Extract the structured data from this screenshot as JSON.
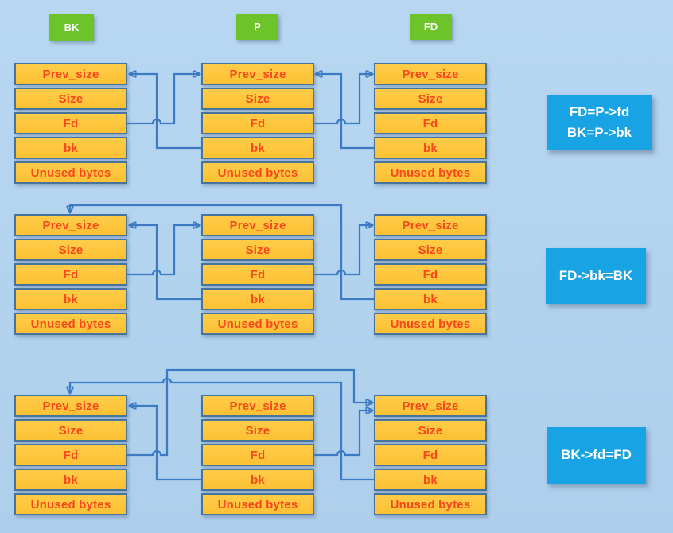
{
  "title": "heap chunk unlink diagram",
  "labels": [
    {
      "text": "BK"
    },
    {
      "text": "P"
    },
    {
      "text": "FD"
    }
  ],
  "chunk_fields": [
    "Prev_size",
    "Size",
    "Fd",
    "bk",
    "Unused bytes"
  ],
  "annotations": [
    {
      "lines": [
        "FD=P->fd",
        "BK=P->bk"
      ]
    },
    {
      "lines": [
        "FD->bk=BK"
      ]
    },
    {
      "lines": [
        "BK->fd=FD"
      ]
    }
  ],
  "colors": {
    "background": "#b2d3ee",
    "chunk_fill": "#fdc53e",
    "chunk_border": "#47749c",
    "chunk_text": "#f8481c",
    "arrow": "#3c7bc4",
    "label_green": "#6cc32a",
    "note_blue": "#17a3e4",
    "note_text": "#ffffff"
  }
}
